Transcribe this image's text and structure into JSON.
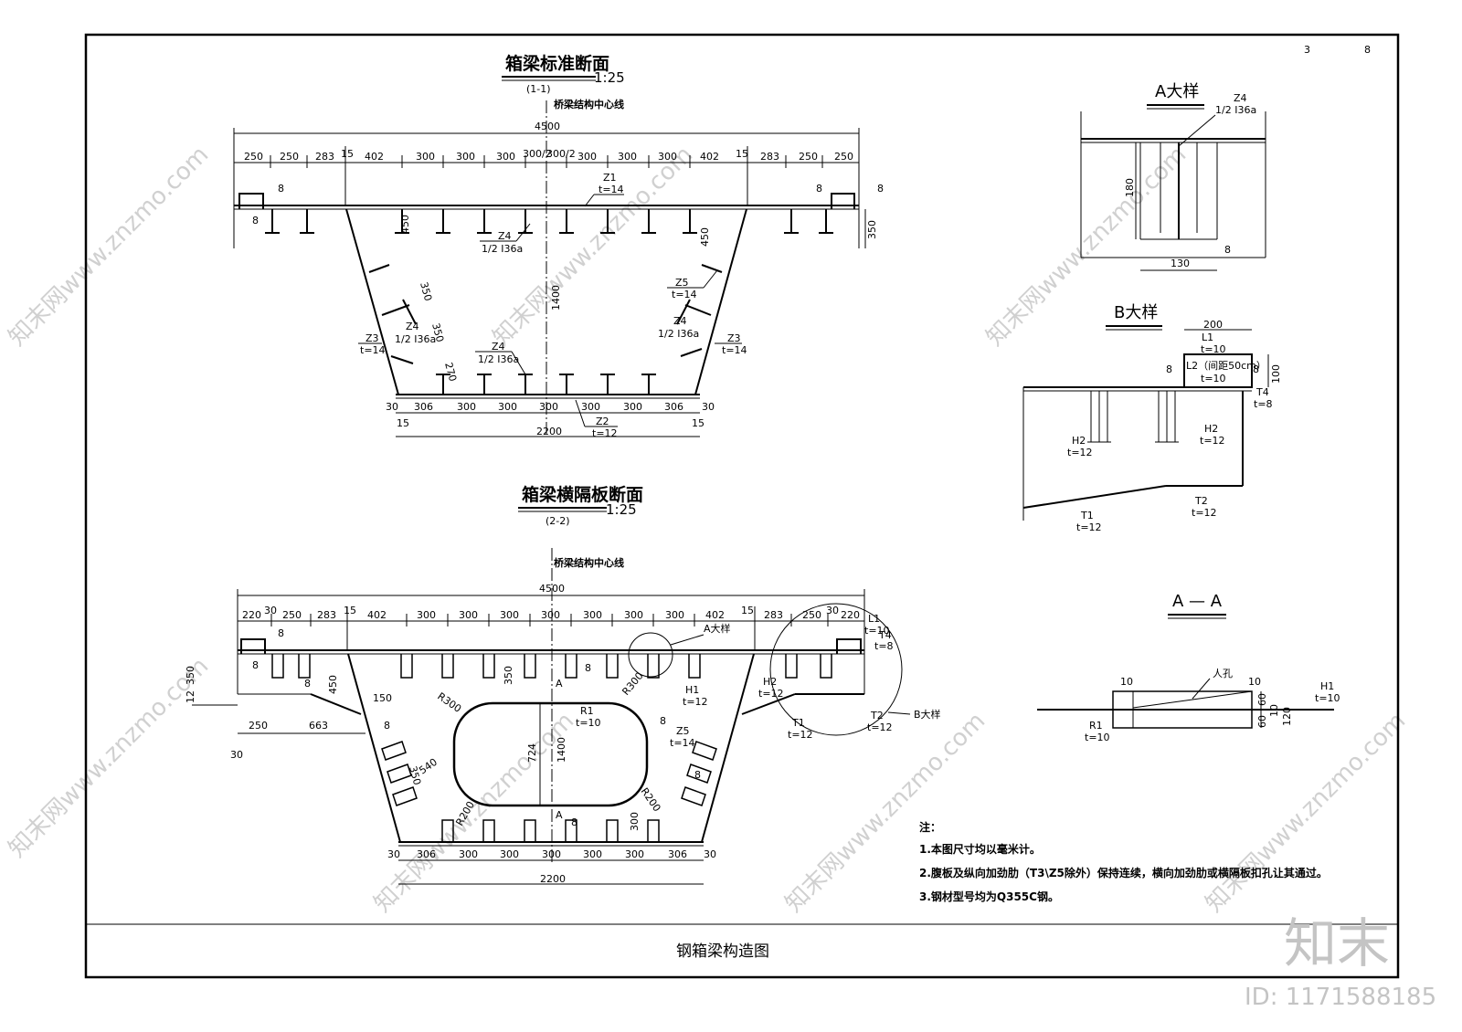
{
  "sheet": {
    "title": "钢箱梁构造图",
    "page_marks": [
      "3",
      "8"
    ]
  },
  "section_1": {
    "title": "箱梁标准断面",
    "scale": "1:25",
    "code": "(1-1)",
    "centerline": "桥梁结构中心线",
    "total_width": "4500",
    "top_dims": [
      "250",
      "250",
      "283",
      "15",
      "402",
      "300",
      "300",
      "300",
      "300/2",
      "300/2",
      "300",
      "300",
      "300",
      "402",
      "15",
      "283",
      "250",
      "250"
    ],
    "bottom_dims": [
      "30",
      "306",
      "300",
      "300",
      "300",
      "300",
      "300",
      "306",
      "30"
    ],
    "bottom_small": [
      "15",
      "15"
    ],
    "bottom_width": "2200",
    "height": "1400",
    "rib_height": "350",
    "web_dims": [
      "450",
      "450",
      "350",
      "350",
      "270"
    ],
    "labels": {
      "z1": "Z1",
      "z1_t": "t=14",
      "z2": "Z2",
      "z2_t": "t=12",
      "z3": "Z3",
      "z3_t": "t=14",
      "z4": "Z4",
      "z4_spec": "1/2 I36a",
      "z5": "Z5",
      "z5_t": "t=14",
      "weld": "8"
    }
  },
  "section_2": {
    "title": "箱梁横隔板断面",
    "scale": "1:25",
    "code": "(2-2)",
    "centerline": "桥梁结构中心线",
    "total_width": "4500",
    "top_dims": [
      "220",
      "30",
      "250",
      "283",
      "15",
      "402",
      "300",
      "300",
      "300",
      "300",
      "300",
      "300",
      "300",
      "402",
      "15",
      "283",
      "250",
      "30",
      "220"
    ],
    "bottom_dims": [
      "30",
      "306",
      "300",
      "300",
      "300",
      "300",
      "300",
      "306",
      "30"
    ],
    "bottom_width": "2200",
    "height": "1400",
    "hole_height": "724",
    "side_dims": [
      "350",
      "12",
      "450",
      "250",
      "663",
      "30",
      "150",
      "540",
      "350",
      "350",
      "300"
    ],
    "radii": [
      "R300",
      "R300",
      "R200",
      "R200"
    ],
    "labels": {
      "a_detail": "A大样",
      "b_detail": "B大样",
      "r1": "R1",
      "r1_t": "t=10",
      "h1": "H1",
      "h1_t": "t=12",
      "h2": "H2",
      "h2_t": "t=12",
      "t1": "T1",
      "t1_t": "t=12",
      "t2": "T2",
      "t2_t": "t=12",
      "t4": "T4",
      "t4_t": "t=8",
      "l1": "L1",
      "l1_t": "t=10",
      "z5": "Z5",
      "z5_t": "t=14",
      "aa": "A",
      "weld": "8"
    }
  },
  "detail_a": {
    "title": "A大样",
    "label": "Z4",
    "spec": "1/2 I36a",
    "height": "180",
    "width": "130",
    "weld": "8"
  },
  "detail_b": {
    "title": "B大样",
    "width": "200",
    "height": "100",
    "l1": "L1",
    "l1_t": "t=10",
    "l2": "L2（间距50cm）",
    "l2_t": "t=10",
    "t4": "T4",
    "t4_t": "t=8",
    "h2": "H2",
    "h2_t": "t=12",
    "t1": "T1",
    "t1_t": "t=12",
    "t2": "T2",
    "t2_t": "t=12",
    "weld": "8"
  },
  "section_aa": {
    "title": "A — A",
    "manhole": "人孔",
    "dims": [
      "10",
      "10",
      "60",
      "60",
      "10",
      "120"
    ],
    "h1": "H1",
    "h1_t": "t=10",
    "r1": "R1",
    "r1_t": "t=10"
  },
  "notes": {
    "heading": "注：",
    "items": [
      "1.本图尺寸均以毫米计。",
      "2.腹板及纵向加劲肋（T3\\Z5除外）保持连续，横向加劲肋或横隔板扣孔让其通过。",
      "3.钢材型号均为Q355C钢。"
    ]
  },
  "watermark": {
    "logo": "知末",
    "id": "ID: 1171588185",
    "site": "知末网www.znzmo.com"
  }
}
